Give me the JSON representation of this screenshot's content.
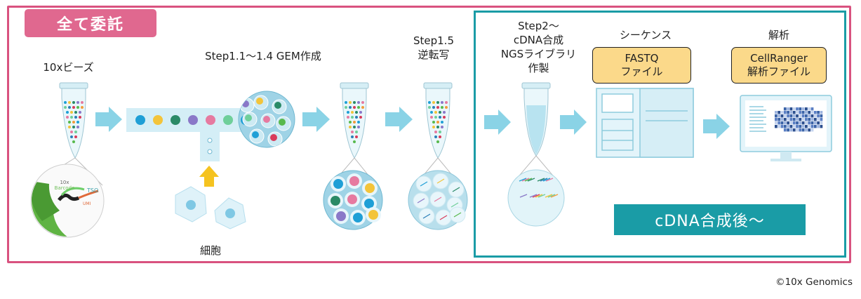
{
  "badge": "全て委託",
  "labels": {
    "beads": "10xビーズ",
    "gem": "Step1.1～1.4 GEM作成",
    "rt1": "Step1.5",
    "rt2": "逆転写",
    "lib1": "Step2～",
    "lib2": "cDNA合成",
    "lib3": "NGSライブラリ",
    "lib4": "作製",
    "seq": "シーケンス",
    "analysis": "解析",
    "cells": "細胞"
  },
  "fastq_box": {
    "line1": "FASTQ",
    "line2": "ファイル"
  },
  "cellranger_box": {
    "line1": "CellRanger",
    "line2": "解析ファイル"
  },
  "inset_text": {
    "barcode_top": "10x",
    "barcode": "Barcode",
    "tso": "TSO",
    "umi": "UMI"
  },
  "cdna_banner": "cDNA合成後～",
  "copyright": "©10x Genomics",
  "colors": {
    "pink": "#d9527f",
    "teal": "#1a9ca6",
    "arrow": "#8ad3e6",
    "yellow": "#fbd98a"
  }
}
